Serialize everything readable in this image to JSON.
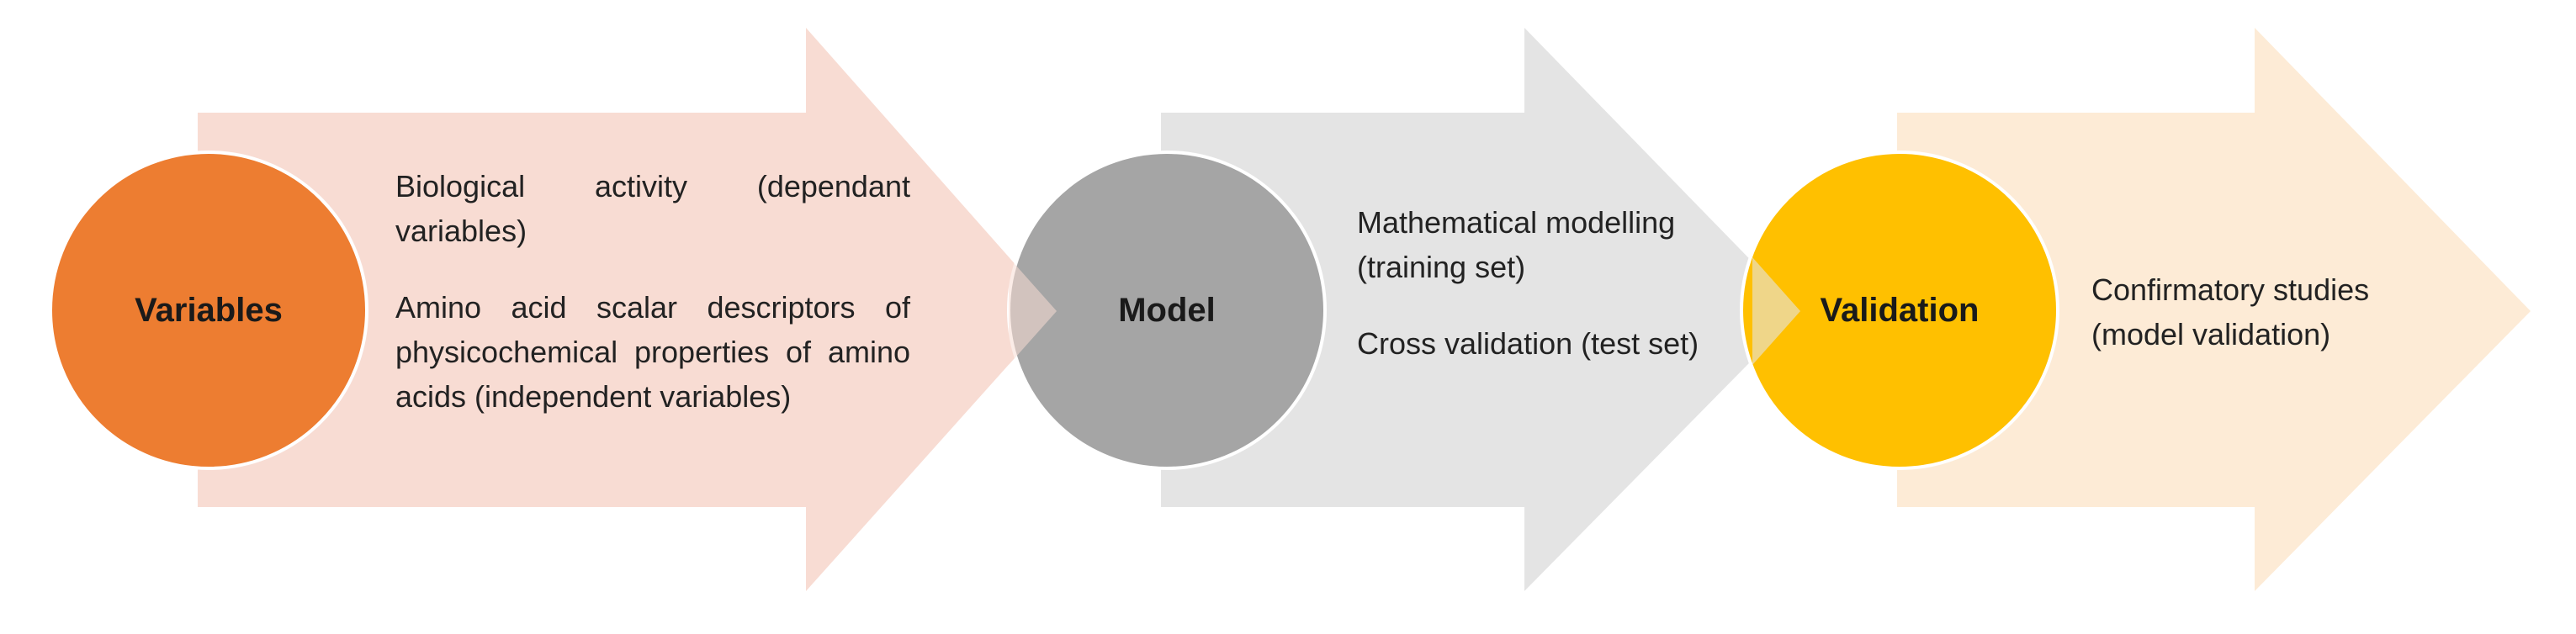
{
  "stages": [
    {
      "id": "variables",
      "label": "Variables",
      "circle_color": "#ED7D31",
      "arrow_color": "#F8DCD3",
      "texts": [
        "Biological activity (dependant variables)",
        "Amino acid scalar descriptors of physicochemical properties of amino acids (independent variables)"
      ]
    },
    {
      "id": "model",
      "label": "Model",
      "circle_color": "#A5A5A5",
      "arrow_color": "#E4E4E4",
      "texts": [
        "Mathematical modelling (training set)",
        "Cross validation (test set)"
      ]
    },
    {
      "id": "validation",
      "label": "Validation",
      "circle_color": "#FFC000",
      "arrow_color": "#FDEBD6",
      "texts": [
        "Confirmatory studies (model validation)"
      ]
    }
  ]
}
